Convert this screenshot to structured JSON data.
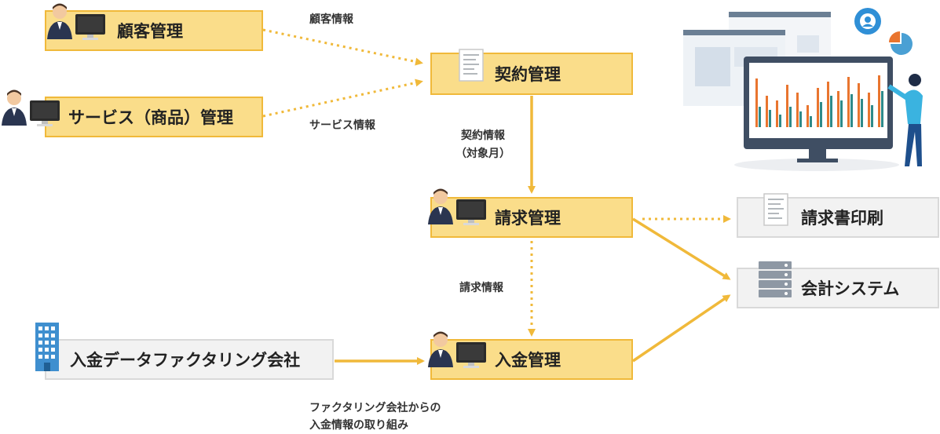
{
  "nodes": {
    "customer_mgmt": "顧客管理",
    "service_mgmt": "サービス（商品）管理",
    "contract_mgmt": "契約管理",
    "billing_mgmt": "請求管理",
    "invoice_print": "請求書印刷",
    "accounting_system": "会計システム",
    "factoring_company": "入金データファクタリング会社",
    "payment_mgmt": "入金管理"
  },
  "edge_labels": {
    "customer_info": "顧客情報",
    "service_info": "サービス情報",
    "contract_info_line1": "契約情報",
    "contract_info_line2": "（対象月）",
    "billing_info": "請求情報",
    "factoring_line1": "ファクタリング会社からの",
    "factoring_line2": "入金情報の取り組み"
  },
  "icons": {
    "person": "person-at-computer-icon",
    "document": "document-icon",
    "server": "server-icon",
    "building": "building-icon",
    "illustration": "dashboard-presenter-illustration"
  },
  "colors": {
    "node_fill": "#fadd8a",
    "node_border": "#f0b93a",
    "arrow": "#f0b93a",
    "gray_fill": "#f2f2f2",
    "gray_border": "#d9d9d9"
  }
}
